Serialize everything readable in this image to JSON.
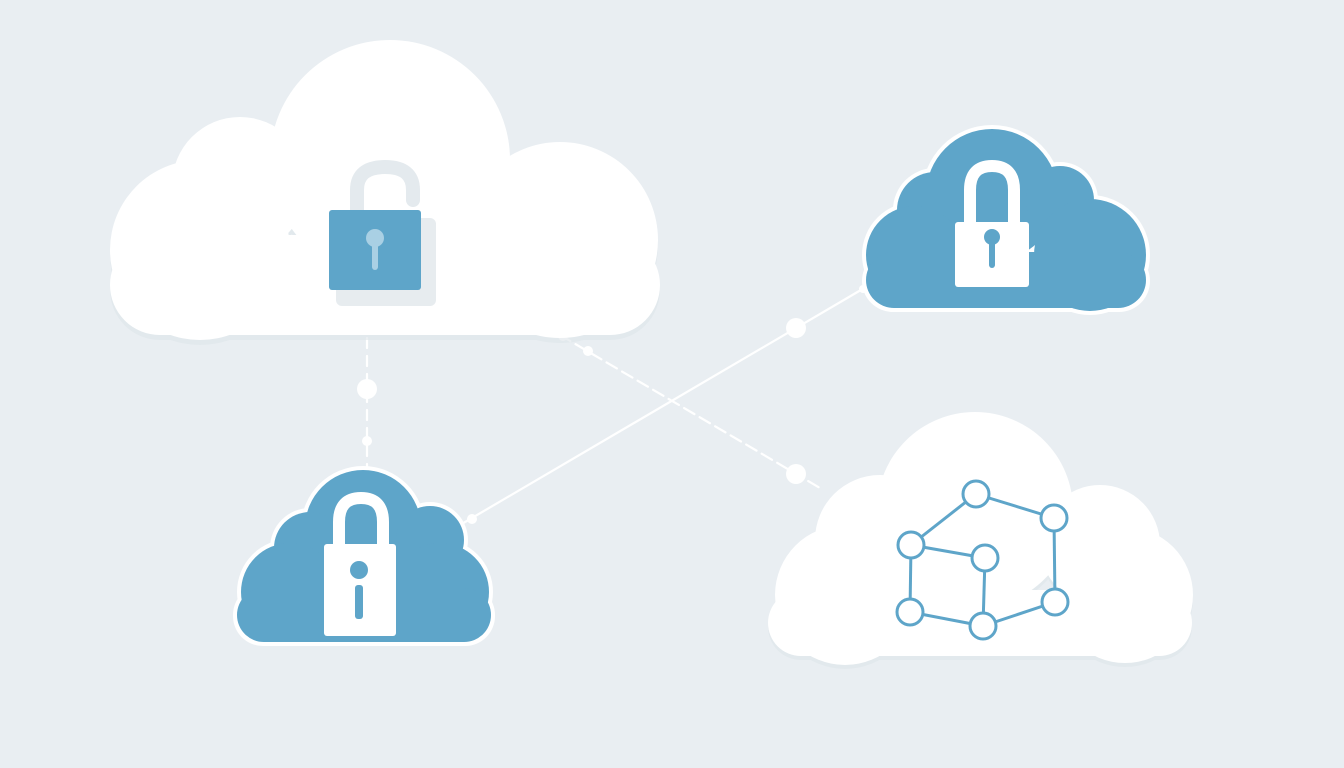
{
  "colors": {
    "background": "#e9eef2",
    "cloud_white": "#ffffff",
    "cloud_blue": "#5ea5c9",
    "lock_blue": "#5ea5c9",
    "connector": "#ffffff",
    "network_stroke": "#5ea5c9"
  },
  "nodes": [
    {
      "id": "large-white-cloud",
      "style": "white",
      "icon": "padlock-open-icon"
    },
    {
      "id": "upper-right-blue-cloud",
      "style": "blue",
      "icon": "padlock-icon"
    },
    {
      "id": "lower-left-blue-cloud",
      "style": "blue",
      "icon": "padlock-icon"
    },
    {
      "id": "lower-right-white-cloud",
      "style": "white",
      "icon": "network-graph-icon"
    }
  ],
  "connections": [
    {
      "from": "large-white-cloud",
      "to": "lower-left-blue-cloud",
      "style": "dashed"
    },
    {
      "from": "large-white-cloud",
      "to": "lower-right-white-cloud",
      "style": "dashed"
    },
    {
      "from": "lower-left-blue-cloud",
      "to": "upper-right-blue-cloud",
      "style": "solid"
    }
  ]
}
